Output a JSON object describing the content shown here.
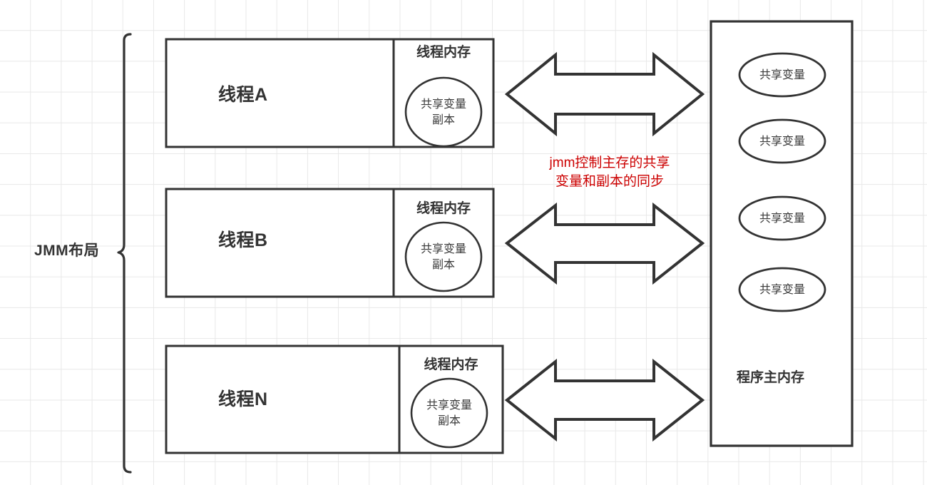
{
  "diagram": {
    "brace_label": "JMM布局",
    "threads": [
      {
        "name": "线程A",
        "memory_header": "线程内存",
        "copy_line1": "共享变量",
        "copy_line2": "副本"
      },
      {
        "name": "线程B",
        "memory_header": "线程内存",
        "copy_line1": "共享变量",
        "copy_line2": "副本"
      },
      {
        "name": "线程N",
        "memory_header": "线程内存",
        "copy_line1": "共享变量",
        "copy_line2": "副本"
      }
    ],
    "annotation": {
      "line1": "jmm控制主存的共享",
      "line2": "变量和副本的同步",
      "color": "#cc0000"
    },
    "main_memory": {
      "label": "程序主内存",
      "variables": [
        "共享变量",
        "共享变量",
        "共享变量",
        "共享变量"
      ]
    },
    "arrows": [
      "double-headed-arrow",
      "double-headed-arrow",
      "double-headed-arrow"
    ],
    "colors": {
      "stroke": "#333333",
      "fill": "#ffffff",
      "grid": "#e8e8e8",
      "accent": "#cc0000"
    }
  }
}
